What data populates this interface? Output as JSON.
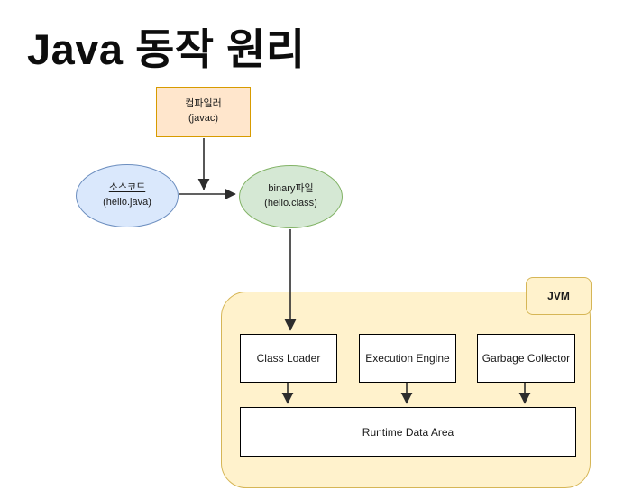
{
  "title": "Java 동작 원리",
  "nodes": {
    "compiler": {
      "label": "컴파일러",
      "sublabel": "(javac)"
    },
    "source": {
      "label": "소스코드",
      "sublabel": "(hello.java)"
    },
    "binary": {
      "label": "binary파일",
      "sublabel": "(hello.class)"
    },
    "jvm": {
      "label": "JVM"
    },
    "class_loader": {
      "label": "Class Loader"
    },
    "execution_engine": {
      "label": "Execution Engine"
    },
    "garbage_collector": {
      "label": "Garbage Collector"
    },
    "runtime_data_area": {
      "label": "Runtime Data Area"
    }
  },
  "colors": {
    "compiler_fill": "#ffe6cc",
    "compiler_border": "#d79b00",
    "source_fill": "#dae8fc",
    "source_border": "#6c8ebf",
    "binary_fill": "#d5e8d4",
    "binary_border": "#82b366",
    "jvm_fill": "#fff2cc",
    "jvm_border": "#d6b656",
    "inner_box_fill": "#ffffff",
    "inner_box_border": "#000000",
    "arrow": "#2d2d2d",
    "title_text": "#0d0d0d"
  }
}
